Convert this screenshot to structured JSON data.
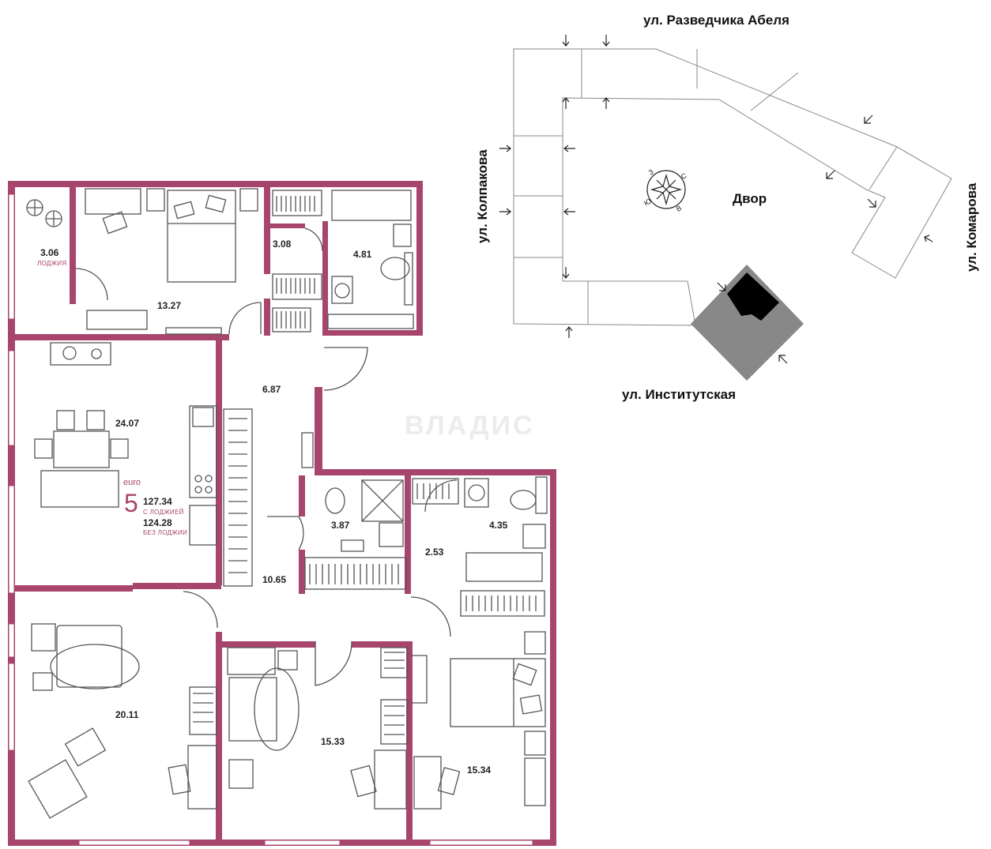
{
  "colors": {
    "wall": "#a8456d",
    "line": "#6b6b6b",
    "building": "#888888",
    "highlight": "#000000"
  },
  "watermark": "ВЛАДИС",
  "apartment": {
    "rooms_count": "5",
    "type": "euro",
    "area_with_loggia": "127.34",
    "with_loggia_label": "С ЛОДЖИЕЙ",
    "area_without_loggia": "124.28",
    "without_loggia_label": "БЕЗ ЛОДЖИИ"
  },
  "rooms": [
    {
      "id": "loggia",
      "area": "3.06",
      "label": "ЛОДЖИЯ"
    },
    {
      "id": "bedroom-top",
      "area": "13.27"
    },
    {
      "id": "wardrobe-top",
      "area": "3.08"
    },
    {
      "id": "bathroom-top",
      "area": "4.81"
    },
    {
      "id": "hall",
      "area": "6.87"
    },
    {
      "id": "kitchen-living",
      "area": "24.07"
    },
    {
      "id": "corridor",
      "area": "10.65"
    },
    {
      "id": "bathroom-middle",
      "area": "3.87"
    },
    {
      "id": "wardrobe-right",
      "area": "2.53"
    },
    {
      "id": "bathroom-right",
      "area": "4.35"
    },
    {
      "id": "bedroom-left",
      "area": "20.11"
    },
    {
      "id": "bedroom-middle",
      "area": "15.33"
    },
    {
      "id": "bedroom-right",
      "area": "15.34"
    }
  ],
  "site": {
    "yard_label": "Двор",
    "streets": {
      "top": "ул. Разведчика Абеля",
      "left": "ул. Колпакова",
      "right": "ул. Комарова",
      "bottom": "ул. Институтская"
    },
    "compass": [
      "С",
      "В",
      "Ю",
      "З"
    ]
  }
}
